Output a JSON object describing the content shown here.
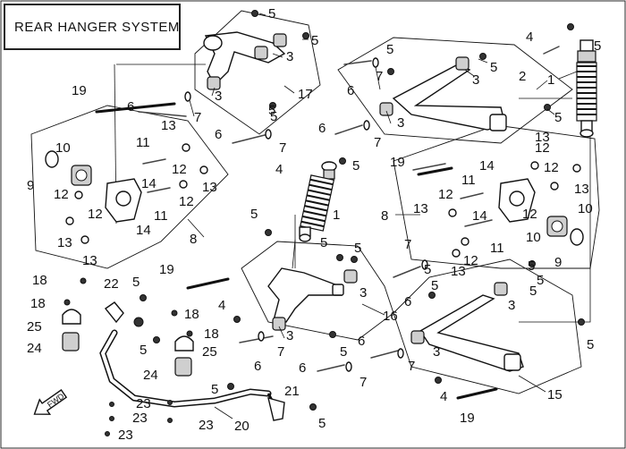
{
  "title": "REAR HANGER SYSTEM",
  "fwd_label": "FWD",
  "callouts": [
    "1",
    "2",
    "3",
    "4",
    "5",
    "6",
    "7",
    "8",
    "9",
    "10",
    "11",
    "12",
    "13",
    "14",
    "15",
    "16",
    "17",
    "18",
    "19",
    "20",
    "21",
    "22",
    "23",
    "24",
    "25"
  ]
}
